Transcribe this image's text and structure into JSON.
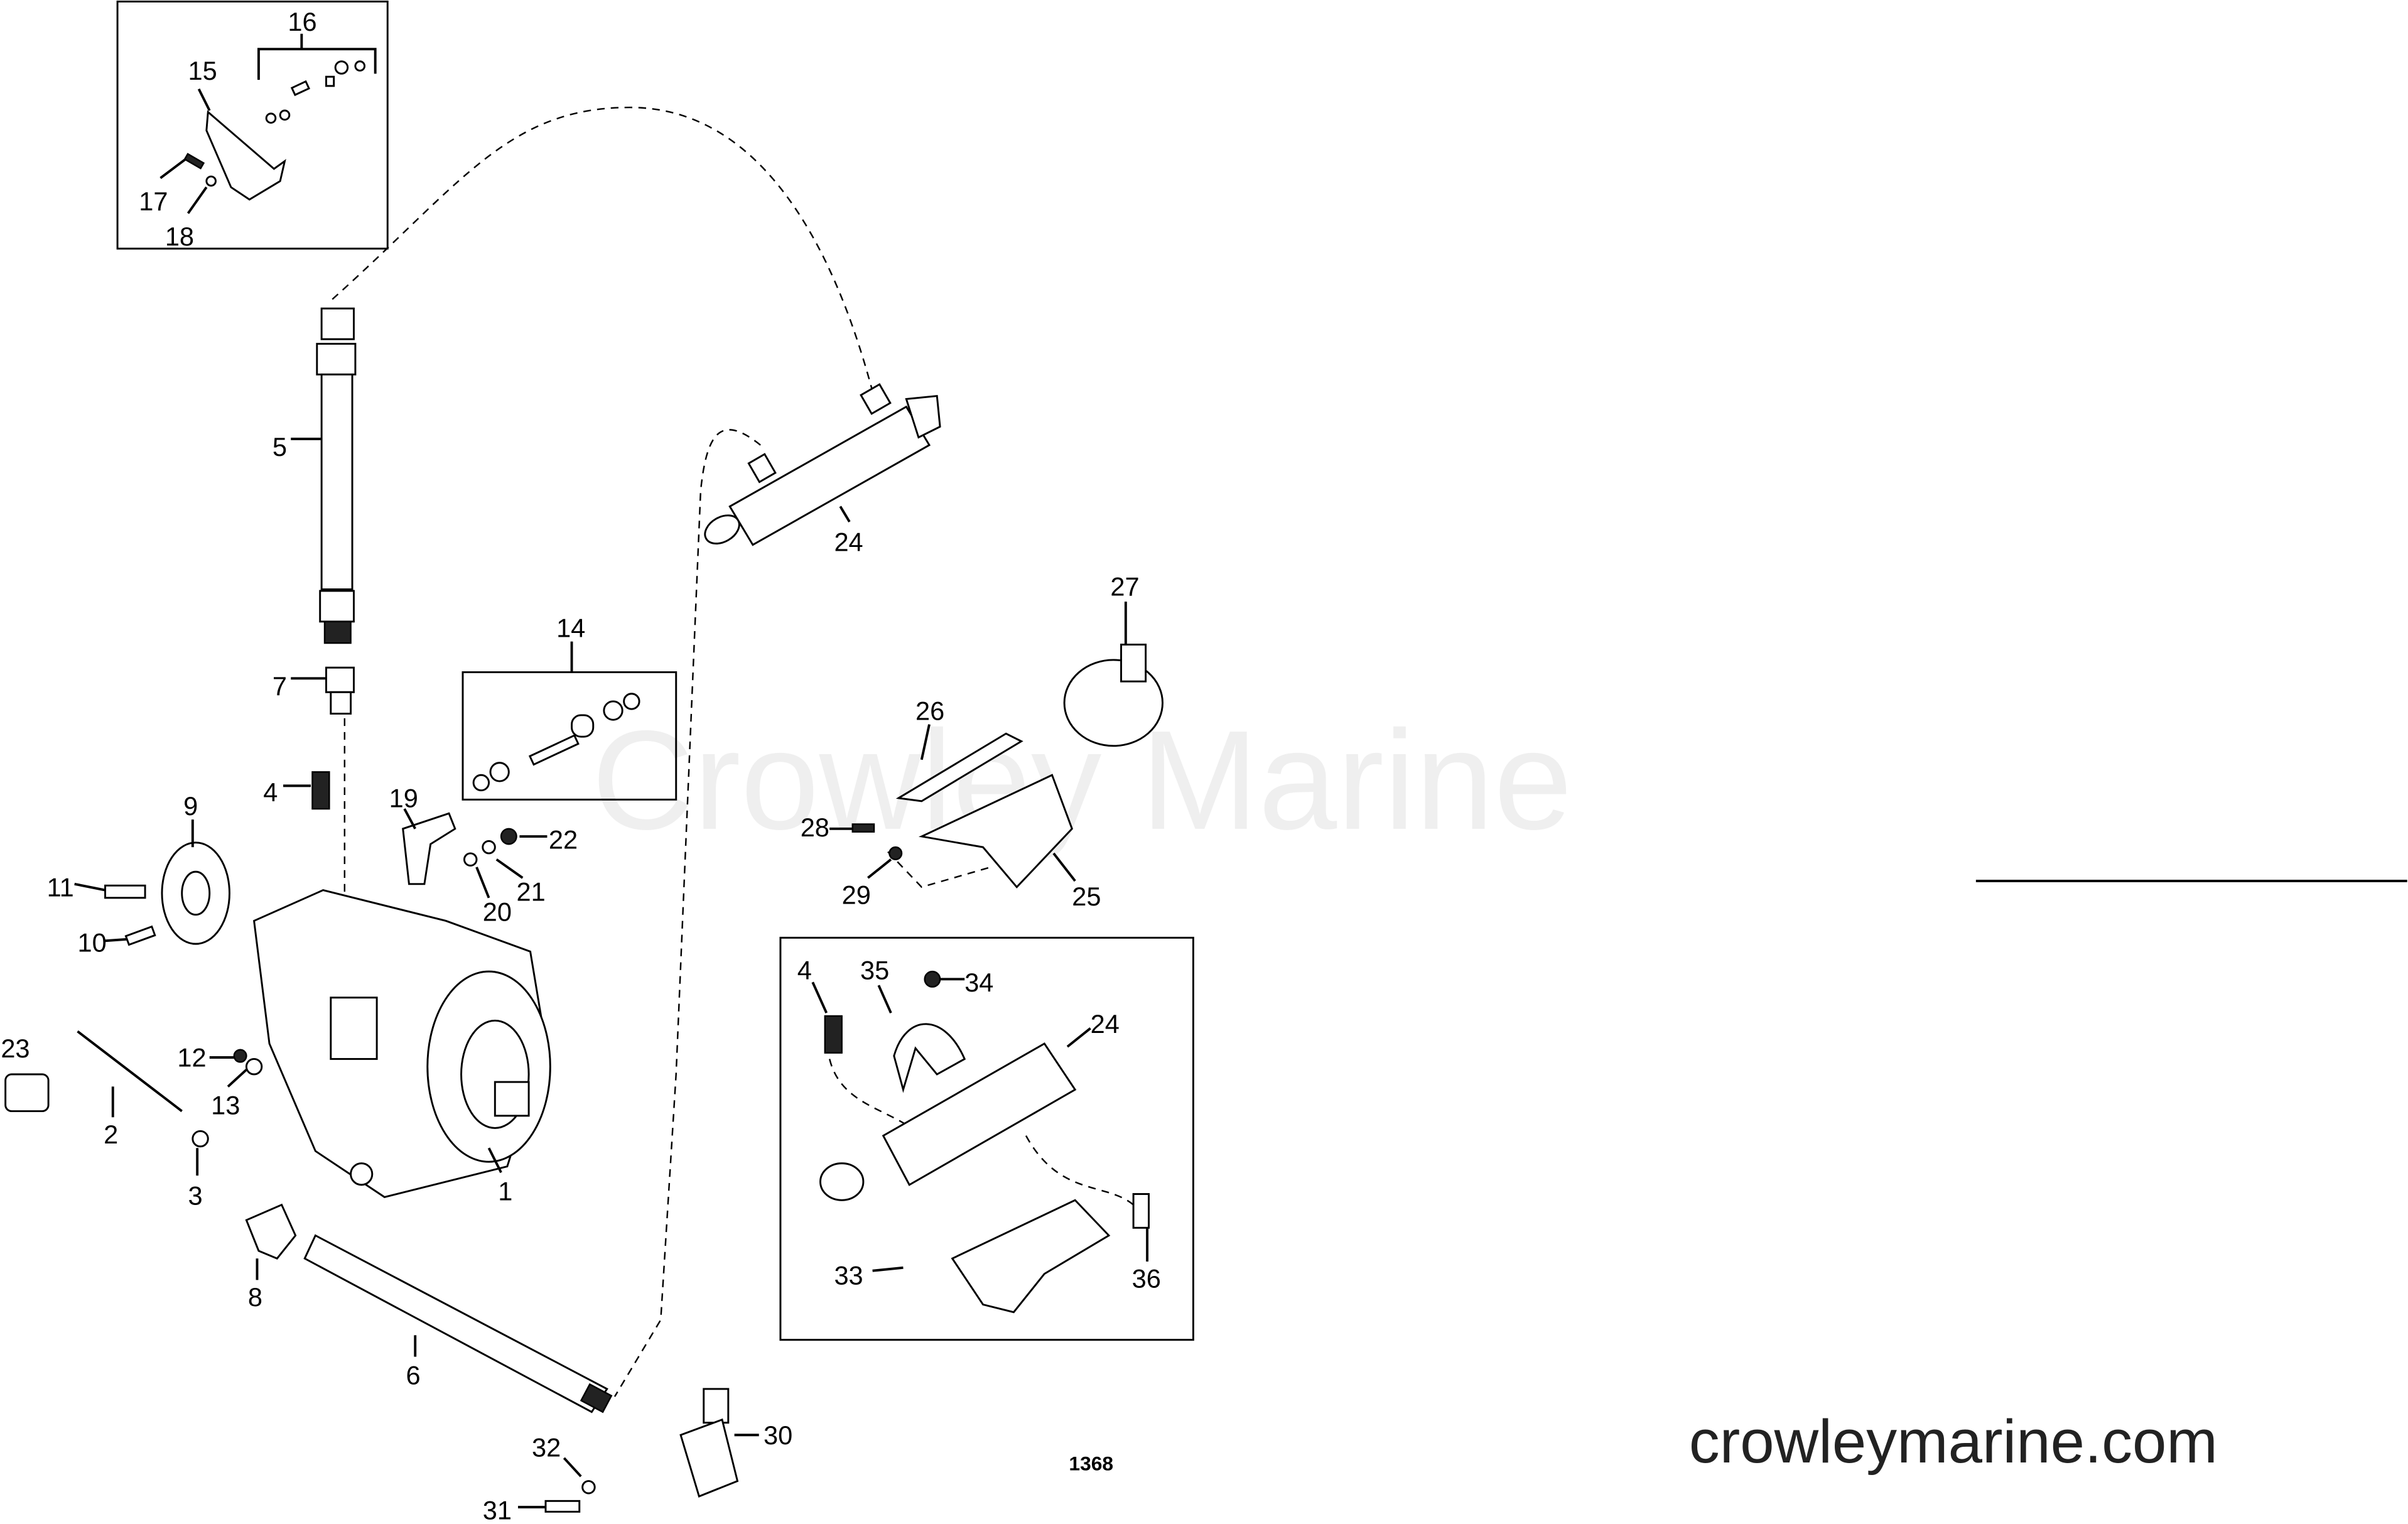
{
  "diagram": {
    "drawing_number": "1368",
    "watermark": "Crowley Marine",
    "website": "crowleymarine.com",
    "callouts": {
      "c1": "1",
      "c2": "2",
      "c3": "3",
      "c4a": "4",
      "c4b": "4",
      "c5": "5",
      "c6": "6",
      "c7": "7",
      "c8": "8",
      "c9": "9",
      "c10": "10",
      "c11": "11",
      "c12": "12",
      "c13": "13",
      "c14": "14",
      "c15": "15",
      "c16": "16",
      "c17": "17",
      "c18": "18",
      "c19": "19",
      "c20": "20",
      "c21": "21",
      "c22": "22",
      "c23": "23",
      "c24a": "24",
      "c24b": "24",
      "c25": "25",
      "c26": "26",
      "c27": "27",
      "c28": "28",
      "c29": "29",
      "c30": "30",
      "c31": "31",
      "c32": "32",
      "c33": "33",
      "c34": "34",
      "c35": "35",
      "c36": "36"
    }
  }
}
